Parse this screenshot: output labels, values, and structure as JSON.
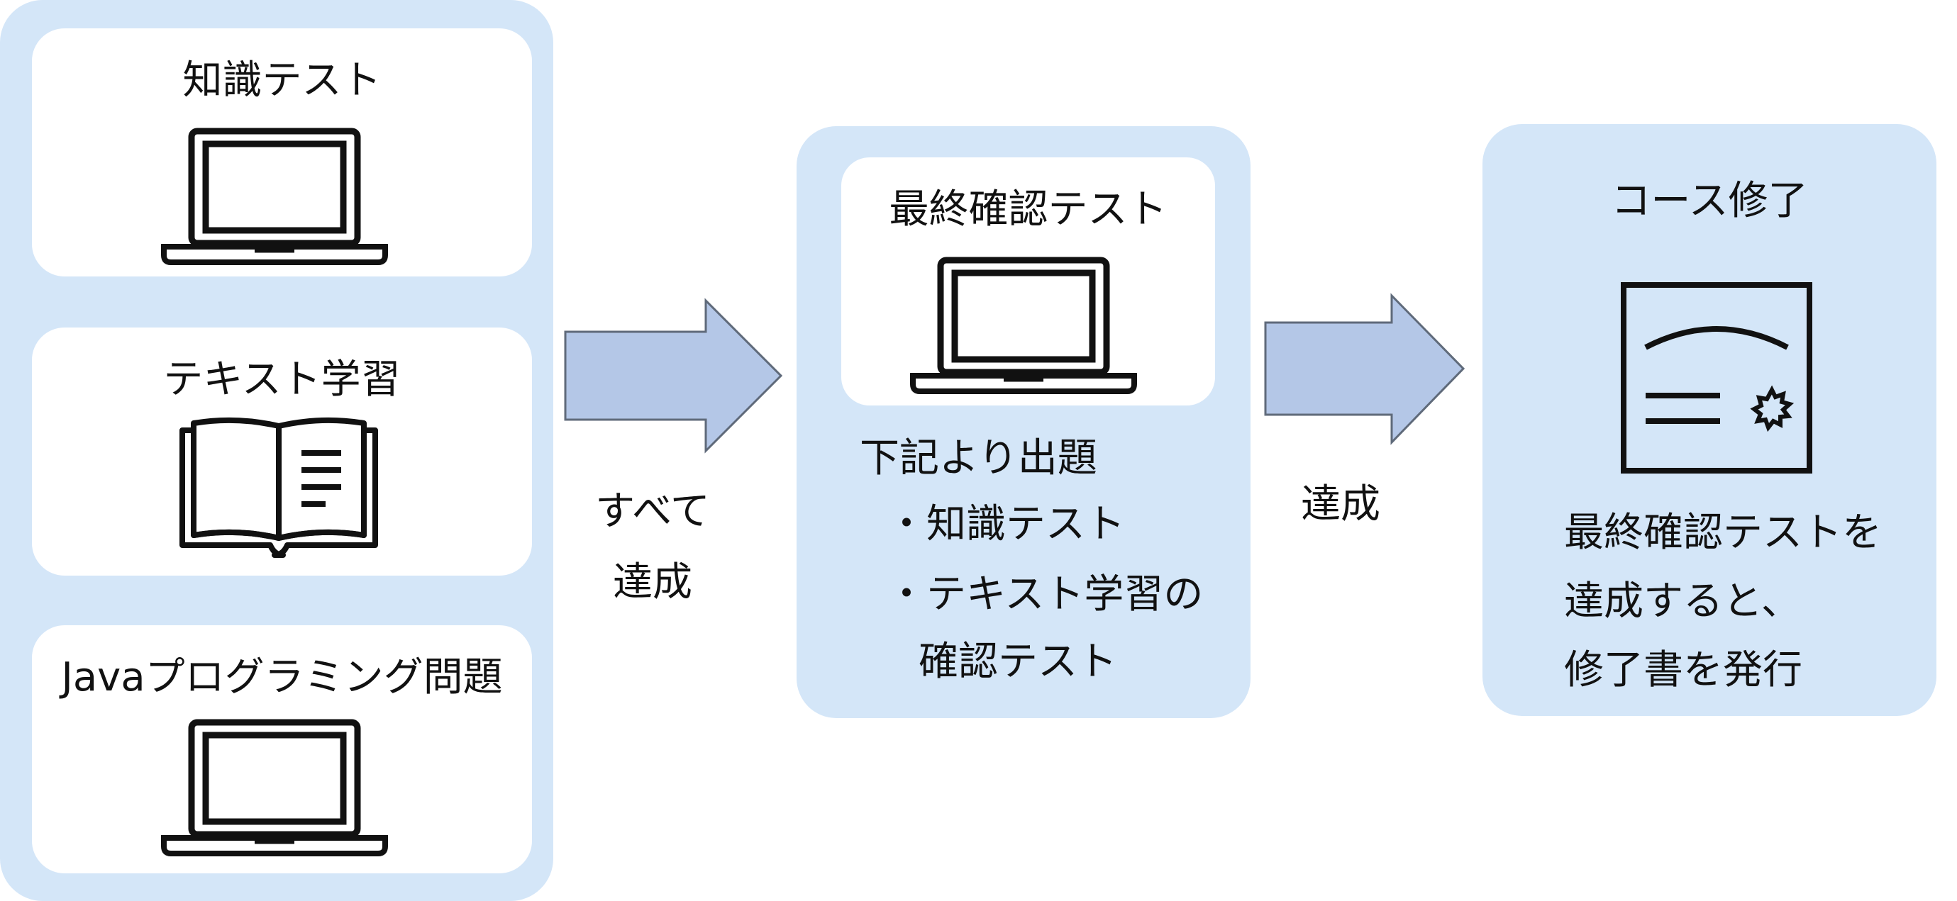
{
  "left_group": {
    "cards": [
      {
        "title": "知識テスト",
        "icon": "laptop-icon"
      },
      {
        "title": "テキスト学習",
        "icon": "open-book-icon"
      },
      {
        "title": "Javaプログラミング問題",
        "icon": "laptop-icon"
      }
    ]
  },
  "arrow1": {
    "label_line1": "すべて",
    "label_line2": "達成"
  },
  "middle_group": {
    "card_title": "最終確認テスト",
    "icon": "laptop-icon",
    "desc_line1": "下記より出題",
    "desc_line2": "・知識テスト",
    "desc_line3": "・テキスト学習の",
    "desc_line4": "確認テスト"
  },
  "arrow2": {
    "label": "達成"
  },
  "right_group": {
    "title": "コース修了",
    "icon": "certificate-icon",
    "desc_line1": "最終確認テストを",
    "desc_line2": "達成すると、",
    "desc_line3": "修了書を発行"
  },
  "colors": {
    "panel_fill": "#d4e6f8",
    "arrow_fill": "#b4c7e7",
    "arrow_stroke": "#5f6a7a",
    "card_fill": "#ffffff",
    "text": "#111111"
  }
}
